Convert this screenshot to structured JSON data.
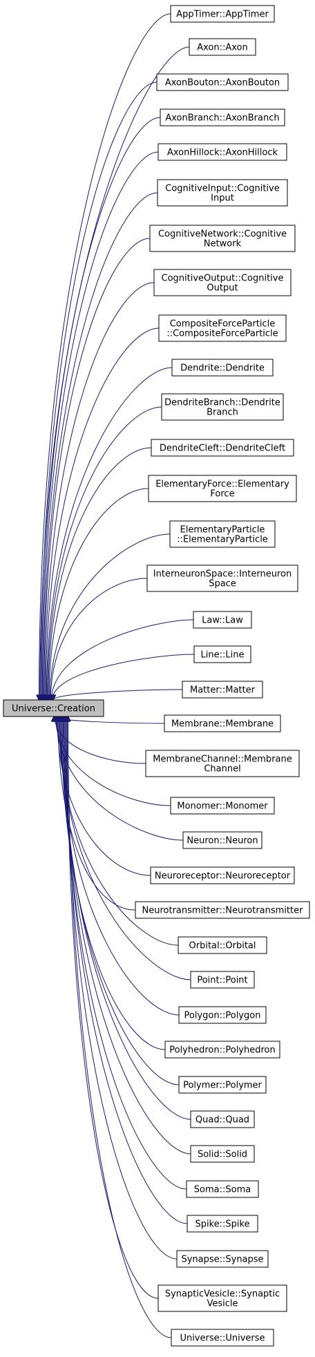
{
  "diagram": {
    "type": "inheritance-graph",
    "root": {
      "label": "Universe::Creation",
      "fill": "#bfbfbf"
    },
    "edge_color": "#191970",
    "children": [
      {
        "lines": [
          "AppTimer::AppTimer"
        ]
      },
      {
        "lines": [
          "Axon::Axon"
        ]
      },
      {
        "lines": [
          "AxonBouton::AxonBouton"
        ]
      },
      {
        "lines": [
          "AxonBranch::AxonBranch"
        ]
      },
      {
        "lines": [
          "AxonHillock::AxonHillock"
        ]
      },
      {
        "lines": [
          "CognitiveInput::Cognitive",
          "Input"
        ]
      },
      {
        "lines": [
          "CognitiveNetwork::Cognitive",
          "Network"
        ]
      },
      {
        "lines": [
          "CognitiveOutput::Cognitive",
          "Output"
        ]
      },
      {
        "lines": [
          "CompositeForceParticle",
          "::CompositeForceParticle"
        ]
      },
      {
        "lines": [
          "Dendrite::Dendrite"
        ]
      },
      {
        "lines": [
          "DendriteBranch::Dendrite",
          "Branch"
        ]
      },
      {
        "lines": [
          "DendriteCleft::DendriteCleft"
        ]
      },
      {
        "lines": [
          "ElementaryForce::Elementary",
          "Force"
        ]
      },
      {
        "lines": [
          "ElementaryParticle",
          "::ElementaryParticle"
        ]
      },
      {
        "lines": [
          "InterneuronSpace::Interneuron",
          "Space"
        ]
      },
      {
        "lines": [
          "Law::Law"
        ]
      },
      {
        "lines": [
          "Line::Line"
        ]
      },
      {
        "lines": [
          "Matter::Matter"
        ]
      },
      {
        "lines": [
          "Membrane::Membrane"
        ]
      },
      {
        "lines": [
          "MembraneChannel::Membrane",
          "Channel"
        ]
      },
      {
        "lines": [
          "Monomer::Monomer"
        ]
      },
      {
        "lines": [
          "Neuron::Neuron"
        ]
      },
      {
        "lines": [
          "Neuroreceptor::Neuroreceptor"
        ]
      },
      {
        "lines": [
          "Neurotransmitter::Neurotransmitter"
        ]
      },
      {
        "lines": [
          "Orbital::Orbital"
        ]
      },
      {
        "lines": [
          "Point::Point"
        ]
      },
      {
        "lines": [
          "Polygon::Polygon"
        ]
      },
      {
        "lines": [
          "Polyhedron::Polyhedron"
        ]
      },
      {
        "lines": [
          "Polymer::Polymer"
        ]
      },
      {
        "lines": [
          "Quad::Quad"
        ]
      },
      {
        "lines": [
          "Solid::Solid"
        ]
      },
      {
        "lines": [
          "Soma::Soma"
        ]
      },
      {
        "lines": [
          "Spike::Spike"
        ]
      },
      {
        "lines": [
          "Synapse::Synapse"
        ]
      },
      {
        "lines": [
          "SynapticVesicle::Synaptic",
          "Vesicle"
        ]
      },
      {
        "lines": [
          "Universe::Universe"
        ]
      }
    ]
  }
}
